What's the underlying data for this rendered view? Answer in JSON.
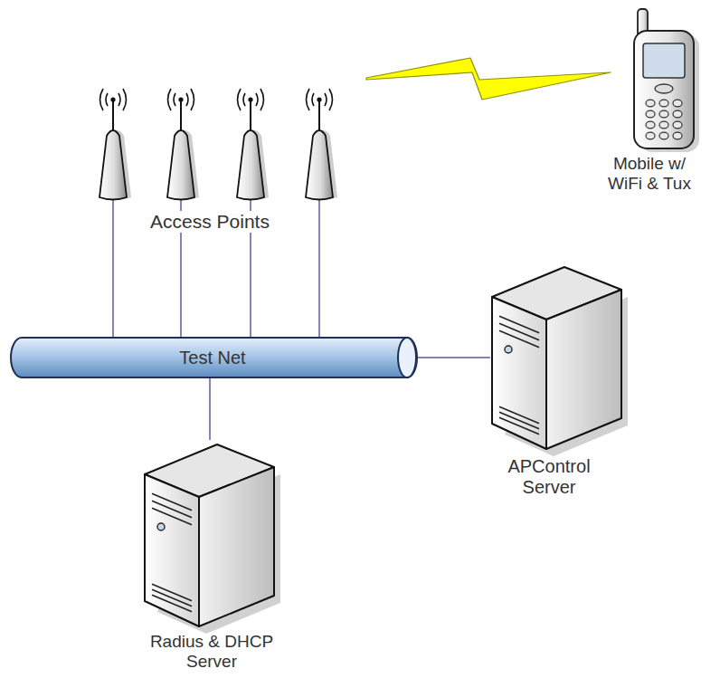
{
  "diagram": {
    "nodes": [
      {
        "text": [
          "Access Points"
        ]
      },
      {
        "text": [
          "Mobile w/ WiFi & Tux"
        ]
      },
      {
        "text": [
          "Test Net"
        ]
      },
      {
        "text": [
          "APControl Server"
        ]
      },
      {
        "text": [
          "Radius & DHCP Server"
        ]
      }
    ],
    "edges": [
      {
        "from": 0,
        "to": 2,
        "arrow": "none"
      },
      {
        "from": 0,
        "to": 2,
        "arrow": "none"
      },
      {
        "from": 0,
        "to": 2,
        "arrow": "none"
      },
      {
        "from": 0,
        "to": 2,
        "arrow": "none"
      },
      {
        "from": 2,
        "to": 3,
        "arrow": "none"
      },
      {
        "from": 2,
        "to": 4,
        "arrow": "none"
      }
    ]
  }
}
